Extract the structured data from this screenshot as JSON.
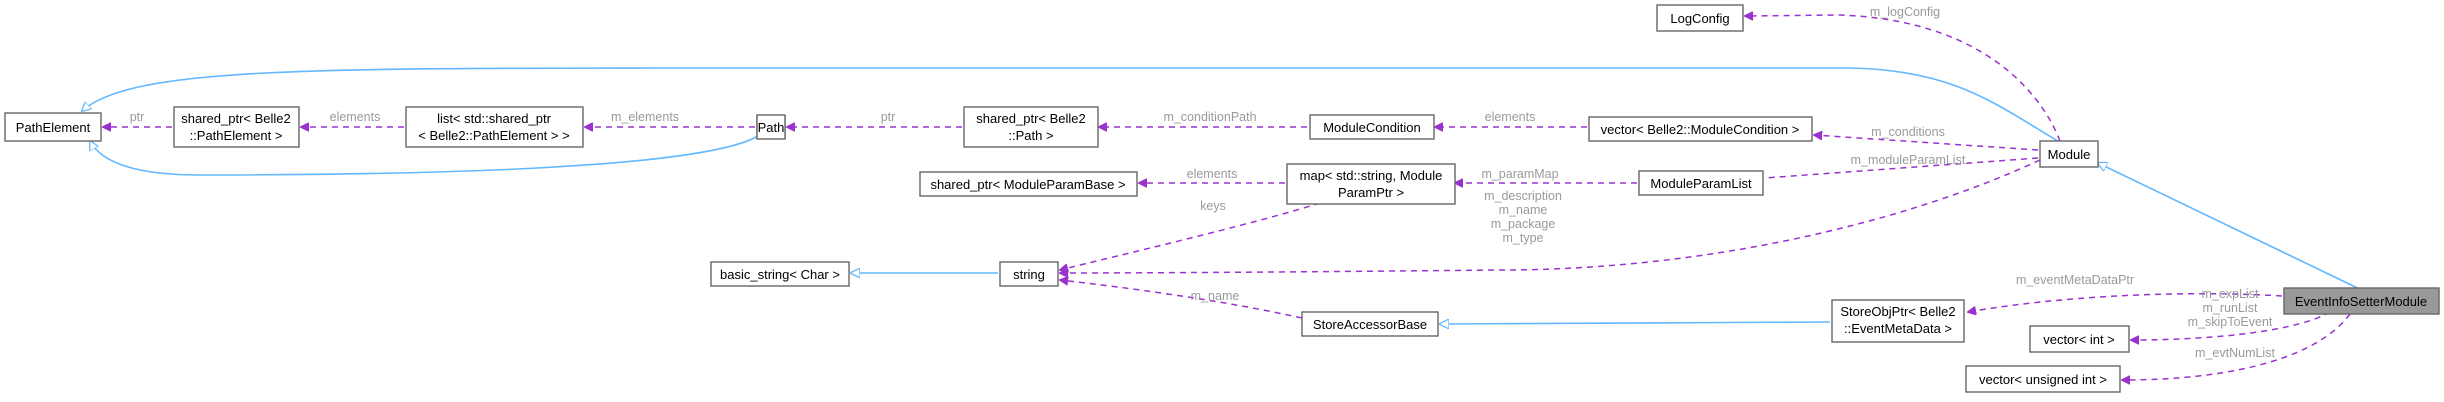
{
  "nodes": {
    "logconfig": "LogConfig",
    "pathelement": "PathElement",
    "sp_pathelement_1": "shared_ptr< Belle2",
    "sp_pathelement_2": "::PathElement >",
    "list_1": "list< std::shared_ptr",
    "list_2": "< Belle2::PathElement > >",
    "path": "Path",
    "sp_path_1": "shared_ptr< Belle2",
    "sp_path_2": "::Path >",
    "modulecondition": "ModuleCondition",
    "vector_modcond": "vector< Belle2::ModuleCondition >",
    "module": "Module",
    "sp_moduleparambase": "shared_ptr< ModuleParamBase >",
    "map_1": "map< std::string, Module",
    "map_2": "ParamPtr >",
    "moduleparamlist": "ModuleParamList",
    "basic_string": "basic_string< Char >",
    "string": "string",
    "storeaccessorbase": "StoreAccessorBase",
    "storeobjptr_1": "StoreObjPtr< Belle2",
    "storeobjptr_2": "::EventMetaData >",
    "eventinfosettermodule": "EventInfoSetterModule",
    "vector_int": "vector< int >",
    "vector_uint": "vector< unsigned int >"
  },
  "edge_labels": {
    "m_logconfig": "m_logConfig",
    "ptr_1": "ptr",
    "elements_1": "elements",
    "m_elements": "m_elements",
    "ptr_2": "ptr",
    "m_conditionpath": "m_conditionPath",
    "elements_2": "elements",
    "m_conditions": "m_conditions",
    "m_moduleparamlist": "m_moduleParamList",
    "elements_3": "elements",
    "m_parammap": "m_paramMap",
    "keys": "keys",
    "m_description": "m_description",
    "m_name_1": "m_name",
    "m_package": "m_package",
    "m_type": "m_type",
    "m_name_2": "m_name",
    "m_eventmetadataptr": "m_eventMetaDataPtr",
    "m_explist": "m_expList",
    "m_runlist": "m_runList",
    "m_skiptoevent": "m_skipToEvent",
    "m_evtnumlist": "m_evtNumList"
  },
  "colors": {
    "inheritance": "#63b8ff",
    "usage": "#9a32cd",
    "highlight_fill": "#999999",
    "label": "#9a9a9a"
  }
}
